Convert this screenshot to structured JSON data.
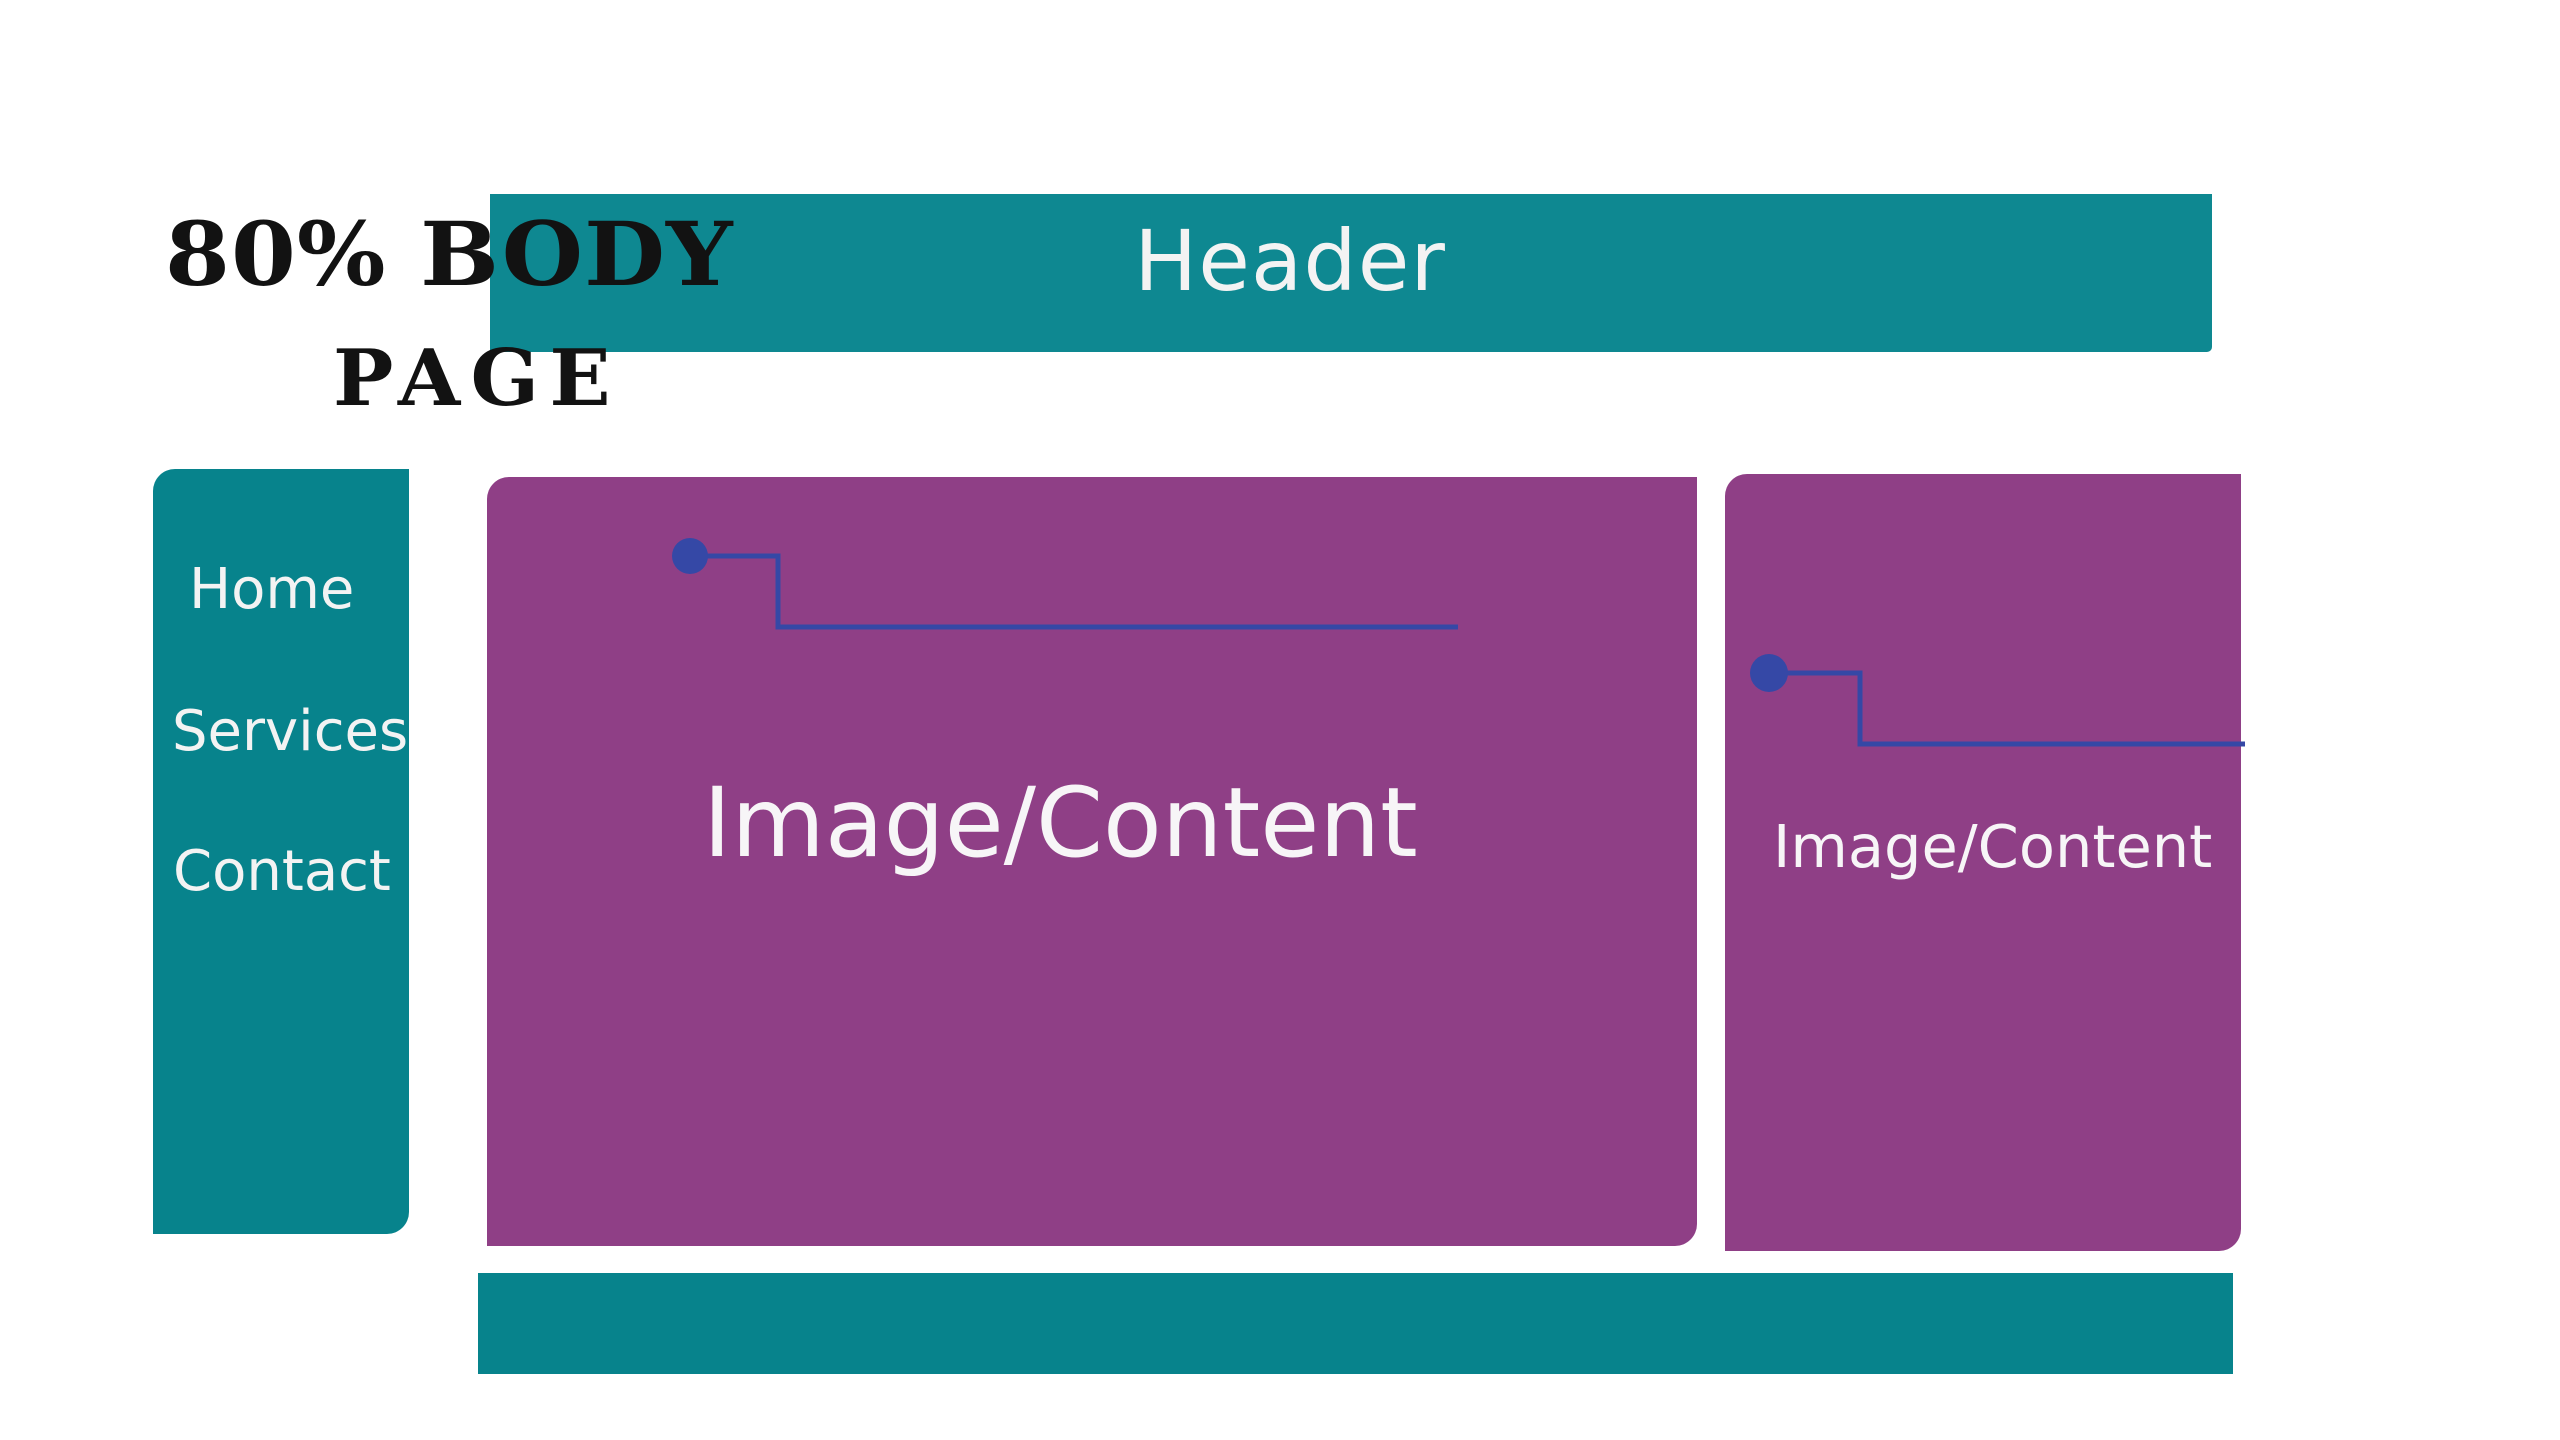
{
  "header": {
    "title": "Header"
  },
  "annotation": {
    "line1": "80% BODY",
    "line2": "PAGE"
  },
  "sidebar": {
    "items": [
      {
        "label": "Home"
      },
      {
        "label": "Services"
      },
      {
        "label": "Contact"
      }
    ]
  },
  "main": {
    "primary_label": "Image/Content",
    "secondary_label": "Image/Content"
  },
  "colors": {
    "teal": "#0e8891",
    "sidebar_teal": "#07838c",
    "purple": "#8f3f86",
    "line_blue": "#3548a6",
    "text_light": "#f3f3f3",
    "annotation_black": "#121212"
  }
}
